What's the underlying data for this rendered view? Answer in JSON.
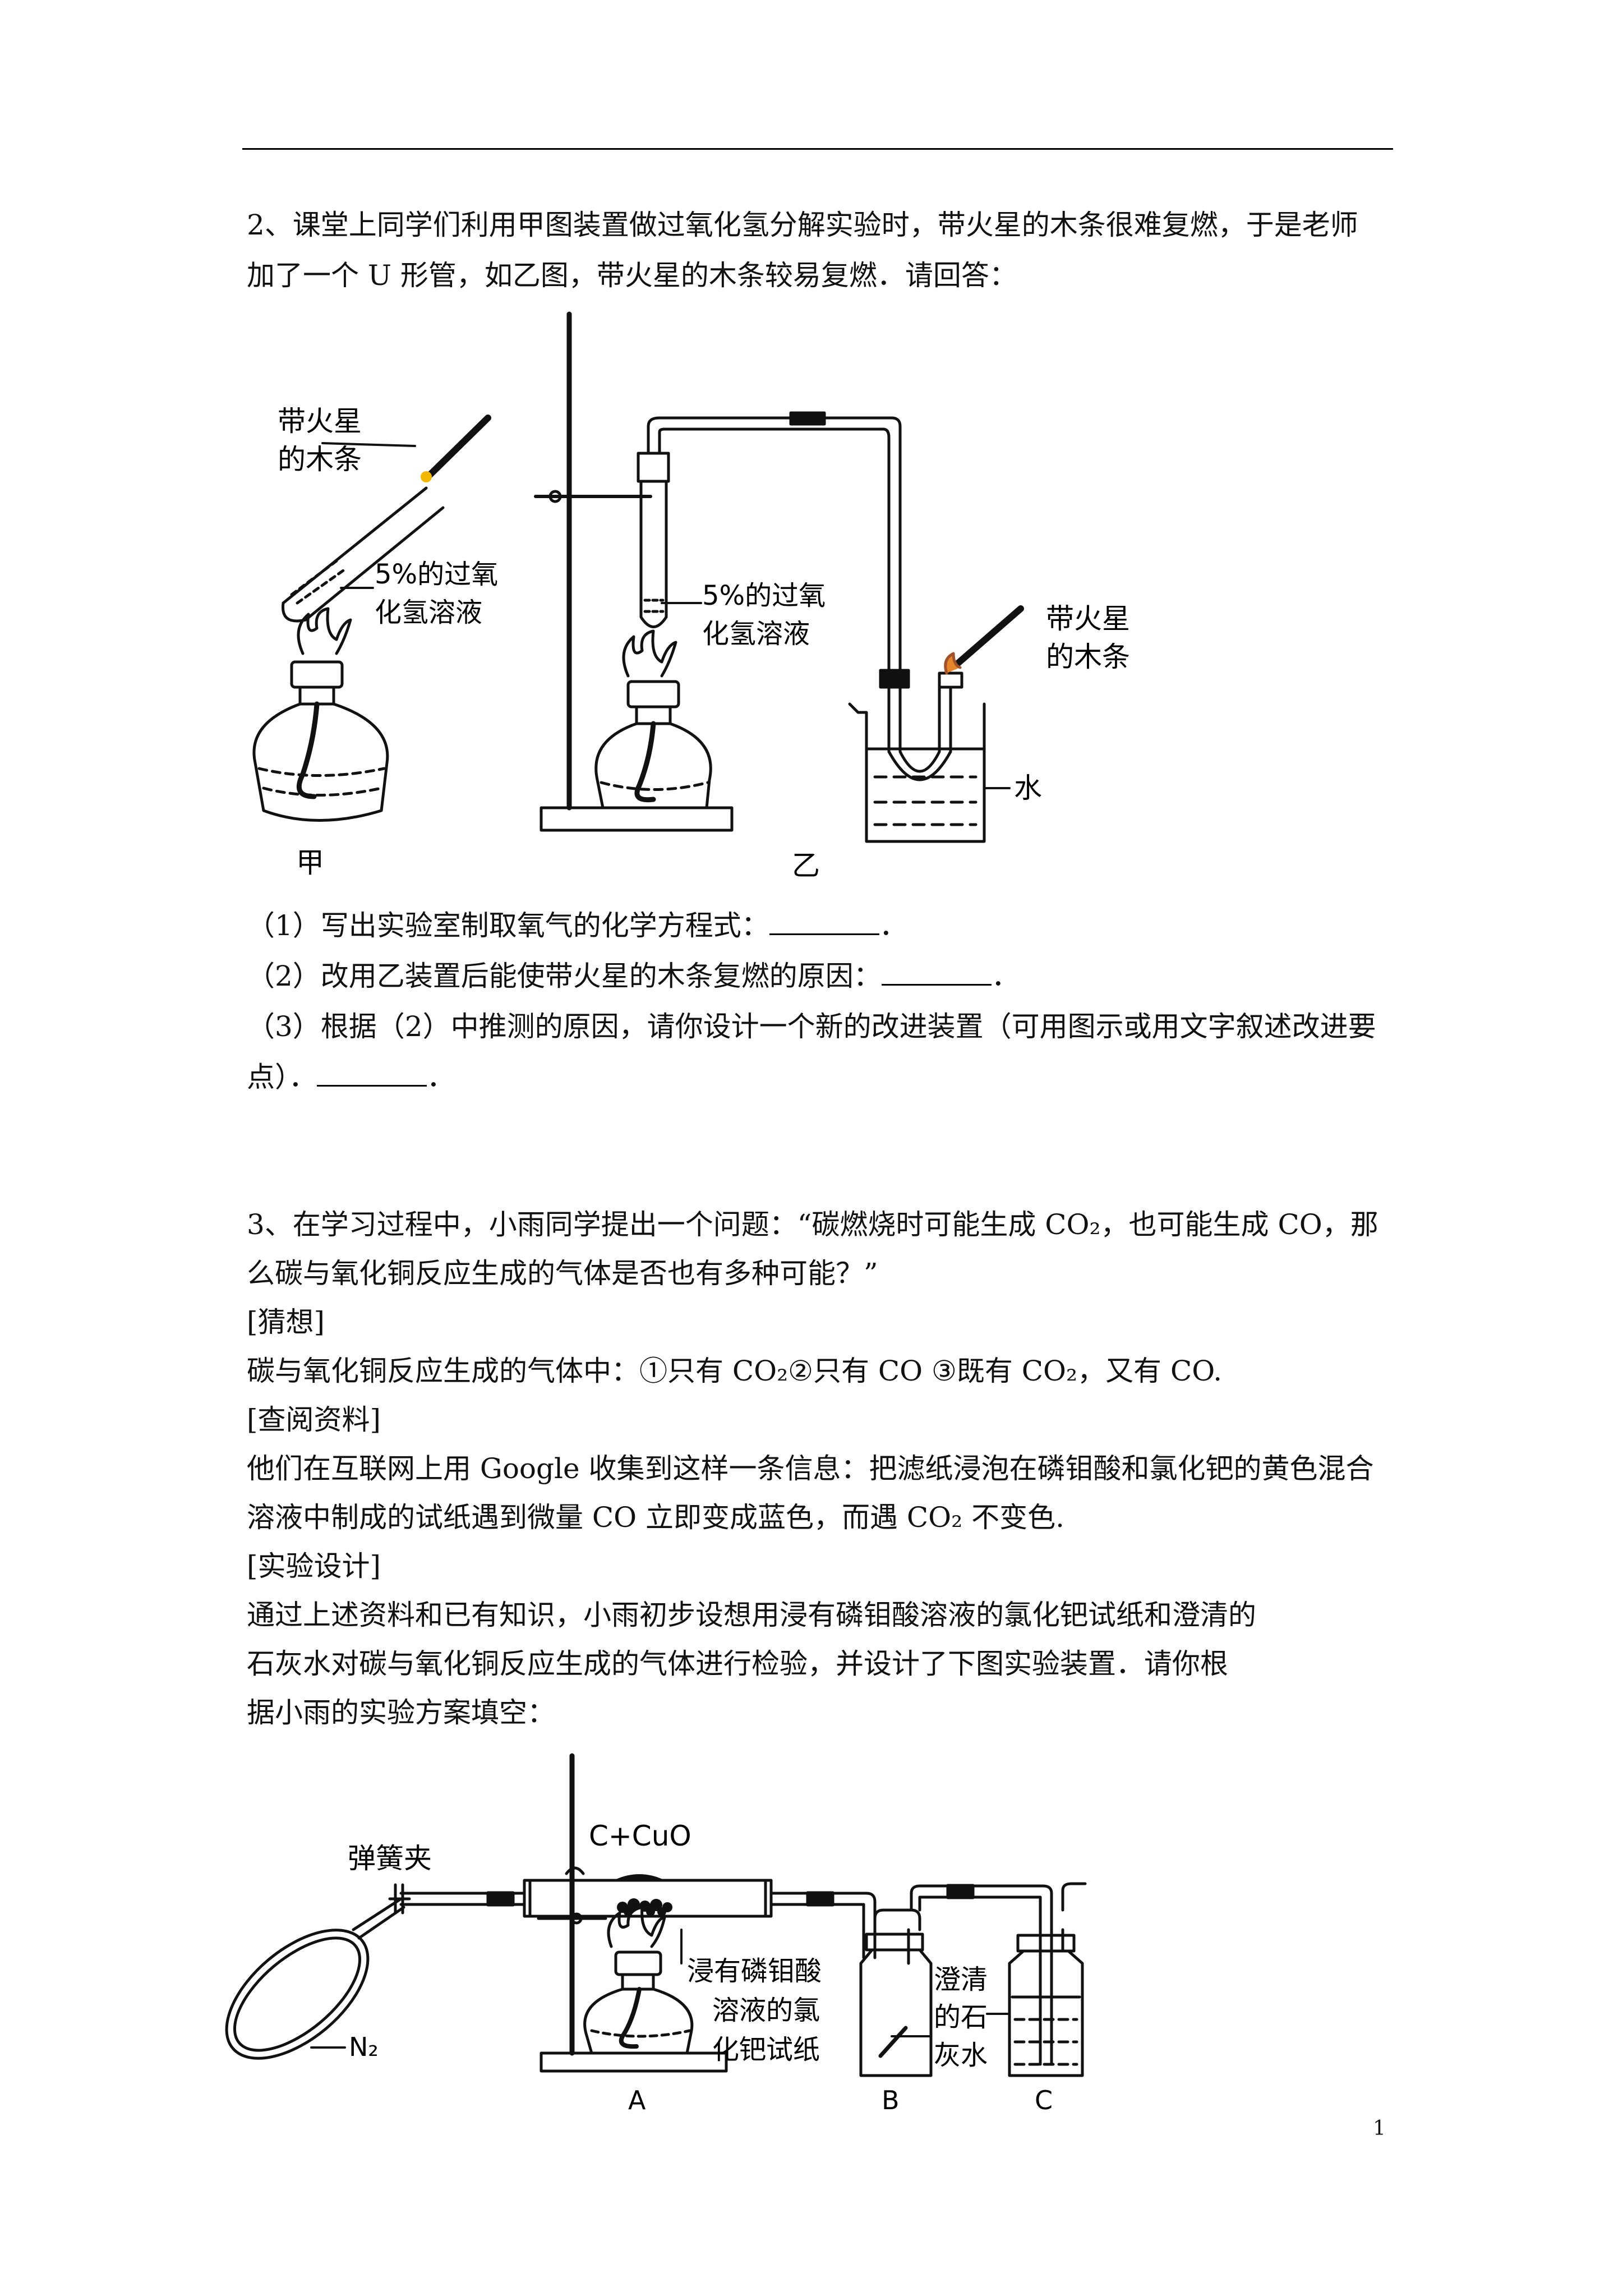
{
  "q2": {
    "line1": "2、课堂上同学们利用甲图装置做过氧化氢分解实验时，带火星的木条很难复燃，于是老师",
    "line2": "加了一个 U 形管，如乙图，带火星的木条较易复燃．请回答：",
    "fig": {
      "stick_label_1": "带火星",
      "stick_label_2": "的木条",
      "solution_label_1": "5%的过氧",
      "solution_label_2": "化氢溶液",
      "water_label": "水",
      "caption_jia": "甲",
      "caption_yi": "乙"
    },
    "sub1_pre": "（1）写出实验室制取氧气的化学方程式：",
    "sub1_post": "．",
    "sub2_pre": "（2）改用乙装置后能使带火星的木条复燃的原因：",
    "sub2_post": "．",
    "sub3_line1": "（3）根据（2）中推测的原因，请你设计一个新的改进装置（可用图示或用文字叙述改进要",
    "sub3_pre": "点）．",
    "sub3_post": "．"
  },
  "q3": {
    "line1": "3、在学习过程中，小雨同学提出一个问题：“碳燃烧时可能生成 CO₂，也可能生成 CO，那",
    "line2": "么碳与氧化铜反应生成的气体是否也有多种可能？”",
    "h_guess": "[猜想]",
    "guess": "碳与氧化铜反应生成的气体中：①只有 CO₂②只有 CO    ③既有 CO₂，又有 CO.",
    "h_info": "[查阅资料]",
    "info1": "他们在互联网上用 Google 收集到这样一条信息：把滤纸浸泡在磷钼酸和氯化钯的黄色混合",
    "info2": "溶液中制成的试纸遇到微量 CO 立即变成蓝色，而遇 CO₂ 不变色.",
    "h_design": "[实验设计]",
    "design1": "通过上述资料和已有知识，小雨初步设想用浸有磷钼酸溶液的氯化钯试纸和澄清的",
    "design2": "石灰水对碳与氧化铜反应生成的气体进行检验，并设计了下图实验装置．请你根",
    "design3": "据小雨的实验方案填空：",
    "fig": {
      "clamp_label": "弹簧夹",
      "reactant_label": "C+CuO",
      "gas_label": "N₂",
      "paper_label_1": "浸有磷钼酸",
      "paper_label_2": "溶液的氯",
      "paper_label_3": "化钯试纸",
      "limewater_label_1": "澄清",
      "limewater_label_2": "的石",
      "limewater_label_3": "灰水",
      "label_a": "A",
      "label_b": "B",
      "label_c": "C"
    }
  },
  "page_number": "1"
}
